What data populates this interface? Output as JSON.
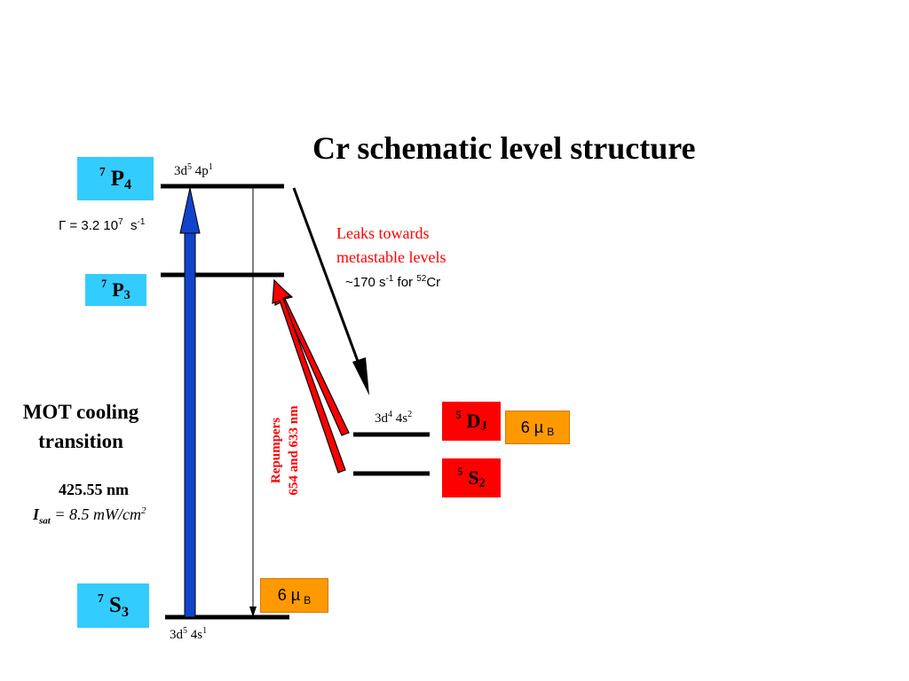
{
  "title": "Cr schematic level structure",
  "states": {
    "p4": {
      "mult": "7",
      "letter": "P",
      "j": "4",
      "config_base1": "3d",
      "config_exp1": "5",
      "config_base2": " 4p",
      "config_exp2": "1"
    },
    "p3": {
      "mult": "7",
      "letter": "P",
      "j": "3"
    },
    "s3": {
      "mult": "7",
      "letter": "S",
      "j": "3",
      "config_base1": "3d",
      "config_exp1": "5",
      "config_base2": " 4s",
      "config_exp2": "1"
    },
    "dj": {
      "mult": "5",
      "letter": "D",
      "j": "J",
      "config_base1": "3d",
      "config_exp1": "4",
      "config_base2": " 4s",
      "config_exp2": "2"
    },
    "s2": {
      "mult": "5",
      "letter": "S",
      "j": "2"
    }
  },
  "moments": {
    "dj": {
      "value": "6 µ",
      "sub": "B"
    },
    "s3": {
      "value": "6 µ",
      "sub": "B"
    }
  },
  "gamma": {
    "symbol": "Γ",
    "text": " = 3.2 10",
    "exp": "7",
    "unit": "  s",
    "unit_exp": "-1"
  },
  "leaks": {
    "line1": "Leaks towards",
    "line2": "metastable levels",
    "rate_text": "~170 s",
    "rate_exp": "-1",
    "rate_for": " for ",
    "isotope_mass": "52",
    "isotope_el": "Cr"
  },
  "mot": {
    "line1": "MOT cooling",
    "line2": "transition",
    "wavelength": "425.55 nm",
    "isat_symbol": "I",
    "isat_sub": "sat",
    "isat_value": " = 8.5 mW/cm",
    "isat_exp": "2"
  },
  "repumpers": {
    "line1": "Repumpers",
    "line2": "654 and 633 nm"
  },
  "colors": {
    "cooling_arrow": "#1144cc",
    "repumper_arrow": "#ff0000",
    "level": "#000000",
    "blue_box": "#33ccff",
    "red_box": "#ff0000",
    "orange_box": "#ff9900"
  }
}
